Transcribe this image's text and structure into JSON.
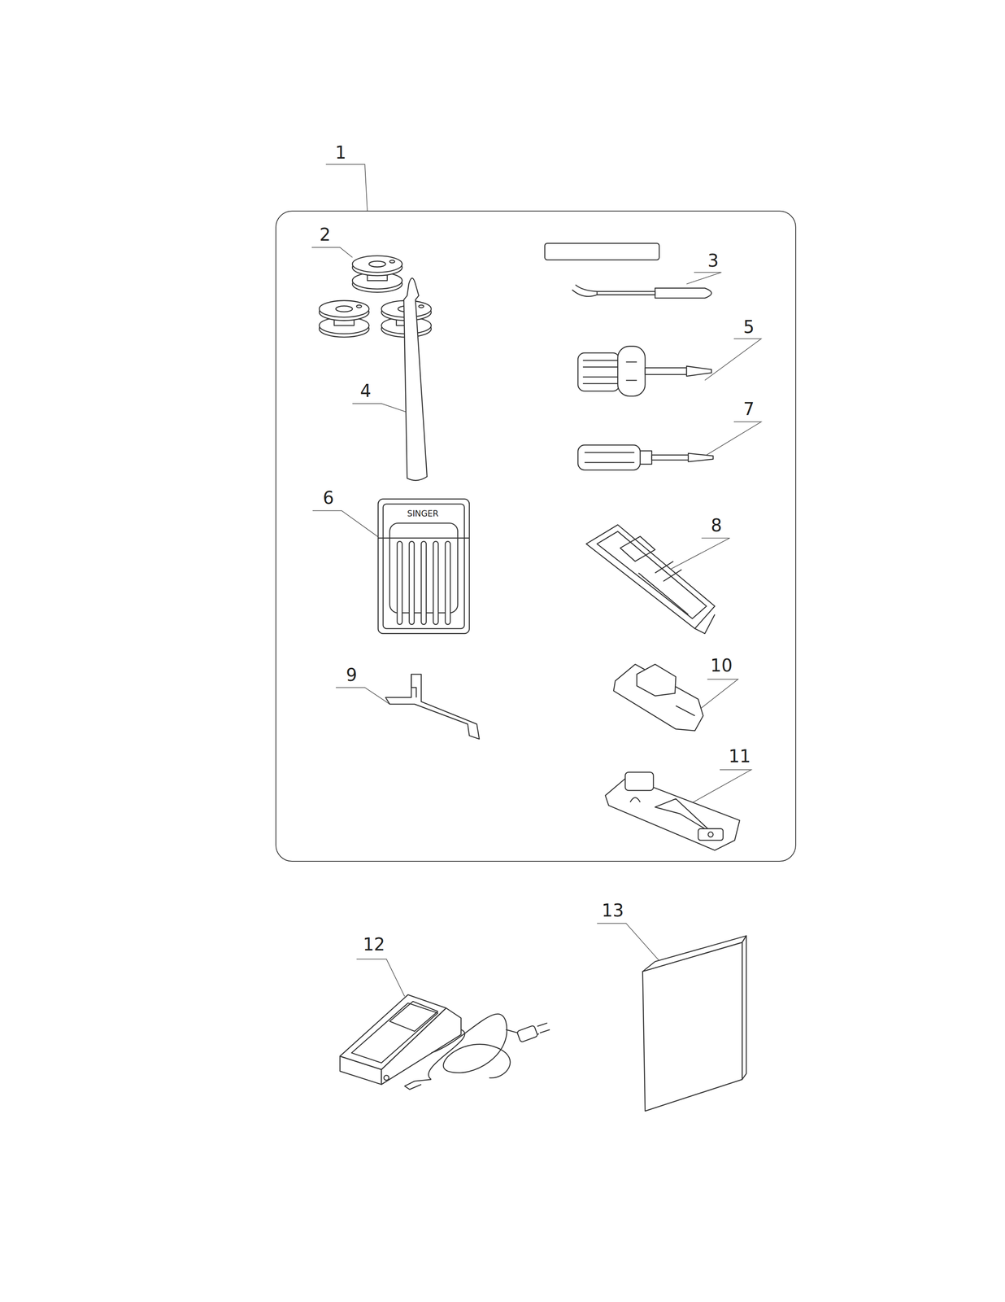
{
  "diagram": {
    "nodes": [
      {
        "text": [
          "1"
        ]
      }
    ],
    "labels": [
      "2",
      "3",
      "5",
      "4",
      "7",
      "6",
      "8",
      "9",
      "10",
      "11",
      "12",
      "13",
      "SINGER"
    ]
  }
}
